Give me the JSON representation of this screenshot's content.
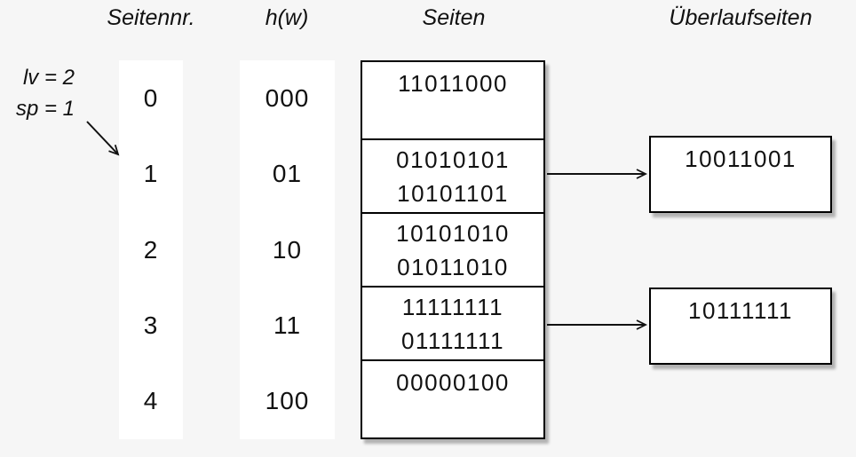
{
  "headers": {
    "page_no": "Seitennr.",
    "hash": "h(w)",
    "pages": "Seiten",
    "overflow": "Überlaufseiten"
  },
  "annotations": {
    "level": "lv = 2",
    "split_pointer": "sp = 1"
  },
  "rows": [
    {
      "page_no": "0",
      "hash": "000",
      "entries": [
        "11011000"
      ],
      "overflow": null
    },
    {
      "page_no": "1",
      "hash": "01",
      "entries": [
        "01010101",
        "10101101"
      ],
      "overflow": "10011001"
    },
    {
      "page_no": "2",
      "hash": "10",
      "entries": [
        "10101010",
        "01011010"
      ],
      "overflow": null
    },
    {
      "page_no": "3",
      "hash": "11",
      "entries": [
        "11111111",
        "01111111"
      ],
      "overflow": "10111111"
    },
    {
      "page_no": "4",
      "hash": "100",
      "entries": [
        "00000100"
      ],
      "overflow": null
    }
  ],
  "colors": {
    "background": "#f6f6f6",
    "box_background": "#ffffff",
    "border": "#000000",
    "text": "#111111"
  }
}
